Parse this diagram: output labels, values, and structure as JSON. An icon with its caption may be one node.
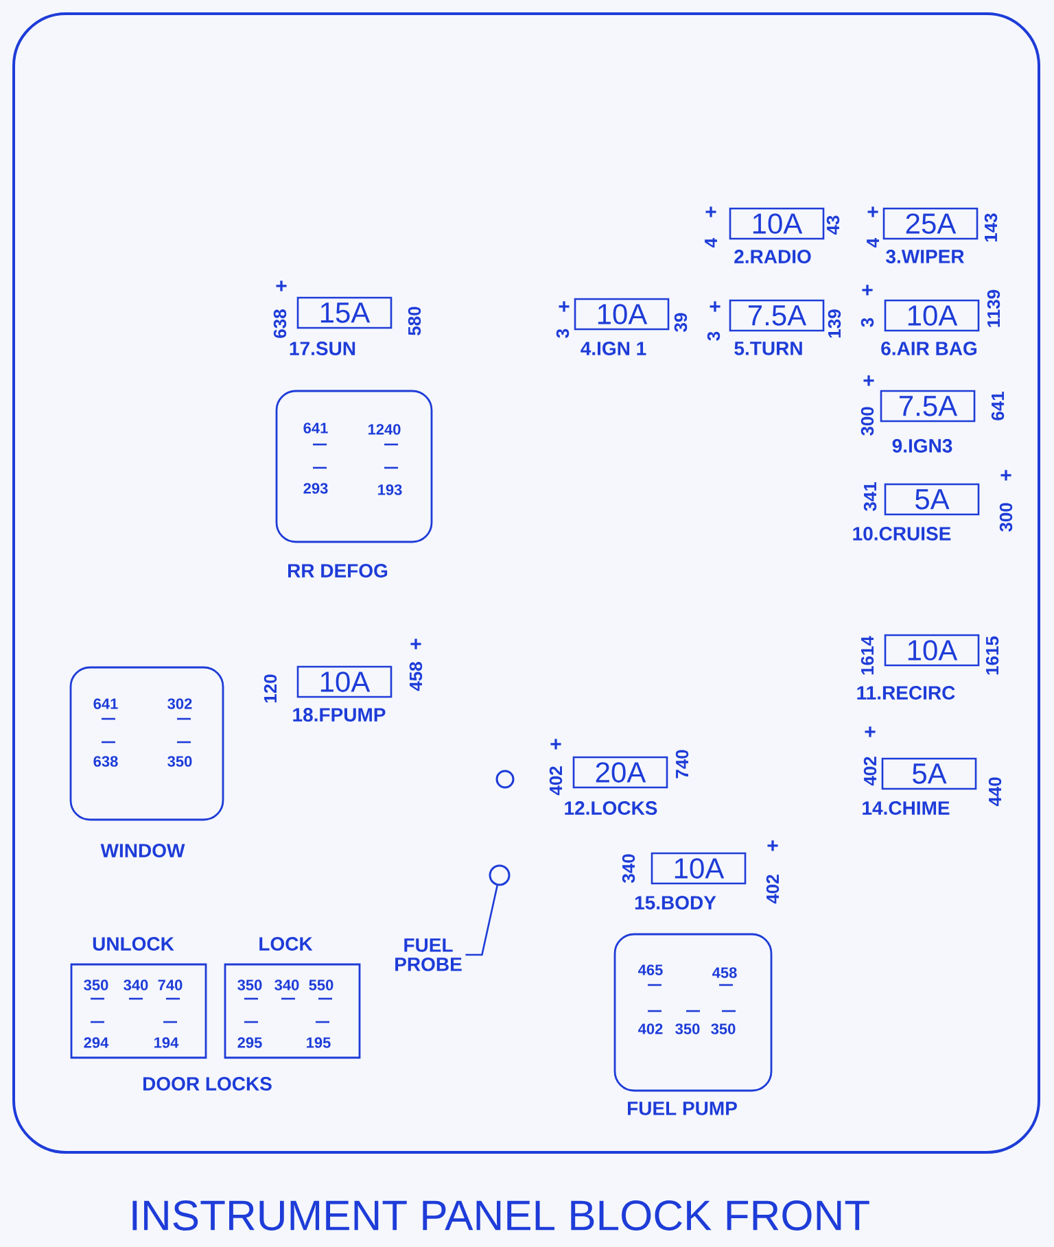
{
  "diagram": {
    "title": "INSTRUMENT PANEL BLOCK FRONT",
    "nodes": [
      {
        "text": [
          "10A"
        ],
        "beside": [
          "+",
          "4",
          "43",
          "2.RADIO"
        ]
      },
      {
        "text": [
          "25A"
        ],
        "beside": [
          "+",
          "4",
          "143",
          "3.WIPER"
        ]
      },
      {
        "text": [
          "15A"
        ],
        "beside": [
          "+",
          "638",
          "580",
          "17.SUN"
        ]
      },
      {
        "text": [
          "10A"
        ],
        "beside": [
          "+",
          "3",
          "39",
          "4.IGN 1"
        ]
      },
      {
        "text": [
          "7.5A"
        ],
        "beside": [
          "+",
          "3",
          "139",
          "5.TURN"
        ]
      },
      {
        "text": [
          "10A"
        ],
        "beside": [
          "+",
          "3",
          "1139",
          "6.AIR BAG"
        ]
      },
      {
        "text": [
          "641",
          "1240",
          "293",
          "193",
          "RR DEFOG"
        ]
      },
      {
        "text": [
          "7.5A"
        ],
        "beside": [
          "+",
          "300",
          "641",
          "9.IGN3"
        ]
      },
      {
        "text": [
          "5A"
        ],
        "beside": [
          "341",
          "+",
          "300",
          "10.CRUISE"
        ]
      },
      {
        "text": [
          "10A"
        ],
        "beside": [
          "1614",
          "1615",
          "11.RECIRC"
        ]
      },
      {
        "text": [
          "641",
          "302",
          "638",
          "350",
          "WINDOW"
        ]
      },
      {
        "text": [
          "10A"
        ],
        "beside": [
          "120",
          "+",
          "458",
          "18.FPUMP"
        ]
      },
      {
        "text": [
          "20A"
        ],
        "beside": [
          "+",
          "402",
          "740",
          "12.LOCKS"
        ]
      },
      {
        "text": [
          "5A"
        ],
        "beside": [
          "+",
          "402",
          "440",
          "14.CHIME"
        ]
      },
      {
        "text": [],
        "shape": "circle"
      },
      {
        "text": [],
        "shape": "circle"
      },
      {
        "text": [
          "10A"
        ],
        "beside": [
          "340",
          "+",
          "402",
          "15.BODY"
        ]
      },
      {
        "text": [
          "FUEL PROBE"
        ]
      },
      {
        "text": [
          "UNLOCK",
          "350",
          "340",
          "740",
          "294",
          "194"
        ]
      },
      {
        "text": [
          "LOCK",
          "350",
          "340",
          "550",
          "295",
          "195"
        ]
      },
      {
        "text": [
          "465",
          "458",
          "402",
          "350",
          "350",
          "FUEL PUMP"
        ]
      }
    ],
    "edges": [
      {
        "from": 17,
        "to": 15,
        "arrow": "none"
      }
    ],
    "labels": [
      "DOOR LOCKS"
    ]
  }
}
